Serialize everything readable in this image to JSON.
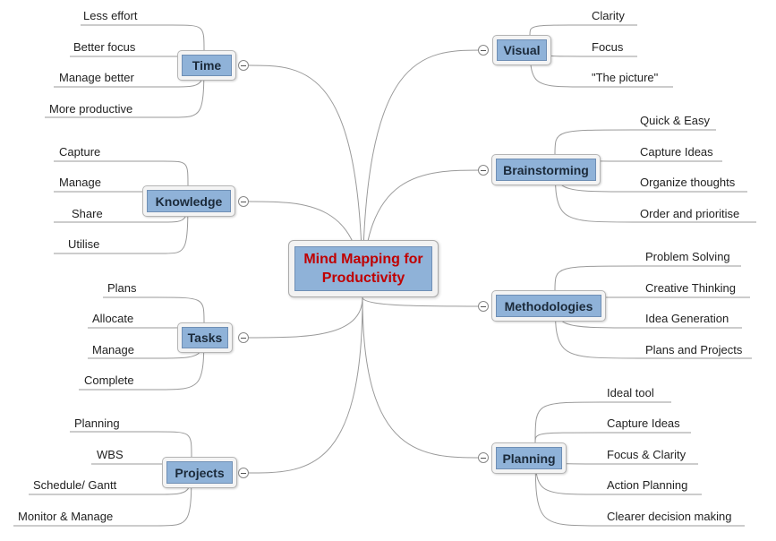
{
  "central": {
    "title": "Mind Mapping for\nProductivity"
  },
  "branches": [
    {
      "id": "time",
      "label": "Time",
      "side": "left",
      "items": [
        "Less effort",
        "Better focus",
        "Manage better",
        "More productive"
      ]
    },
    {
      "id": "knowledge",
      "label": "Knowledge",
      "side": "left",
      "items": [
        "Capture",
        "Manage",
        "Share",
        "Utilise"
      ]
    },
    {
      "id": "tasks",
      "label": "Tasks",
      "side": "left",
      "items": [
        "Plans",
        "Allocate",
        "Manage",
        "Complete"
      ]
    },
    {
      "id": "projects",
      "label": "Projects",
      "side": "left",
      "items": [
        "Planning",
        "WBS",
        "Schedule/ Gantt",
        "Monitor & Manage"
      ]
    },
    {
      "id": "visual",
      "label": "Visual",
      "side": "right",
      "items": [
        "Clarity",
        "Focus",
        "\"The picture\""
      ]
    },
    {
      "id": "brainstorming",
      "label": "Brainstorming",
      "side": "right",
      "items": [
        "Quick & Easy",
        "Capture Ideas",
        "Organize thoughts",
        "Order and prioritise"
      ]
    },
    {
      "id": "methodologies",
      "label": "Methodologies",
      "side": "right",
      "items": [
        "Problem Solving",
        "Creative Thinking",
        "Idea Generation",
        "Plans and Projects"
      ]
    },
    {
      "id": "planning",
      "label": "Planning",
      "side": "right",
      "items": [
        "Ideal tool",
        "Capture Ideas",
        "Focus & Clarity",
        "Action Planning",
        "Clearer decision making"
      ]
    }
  ]
}
